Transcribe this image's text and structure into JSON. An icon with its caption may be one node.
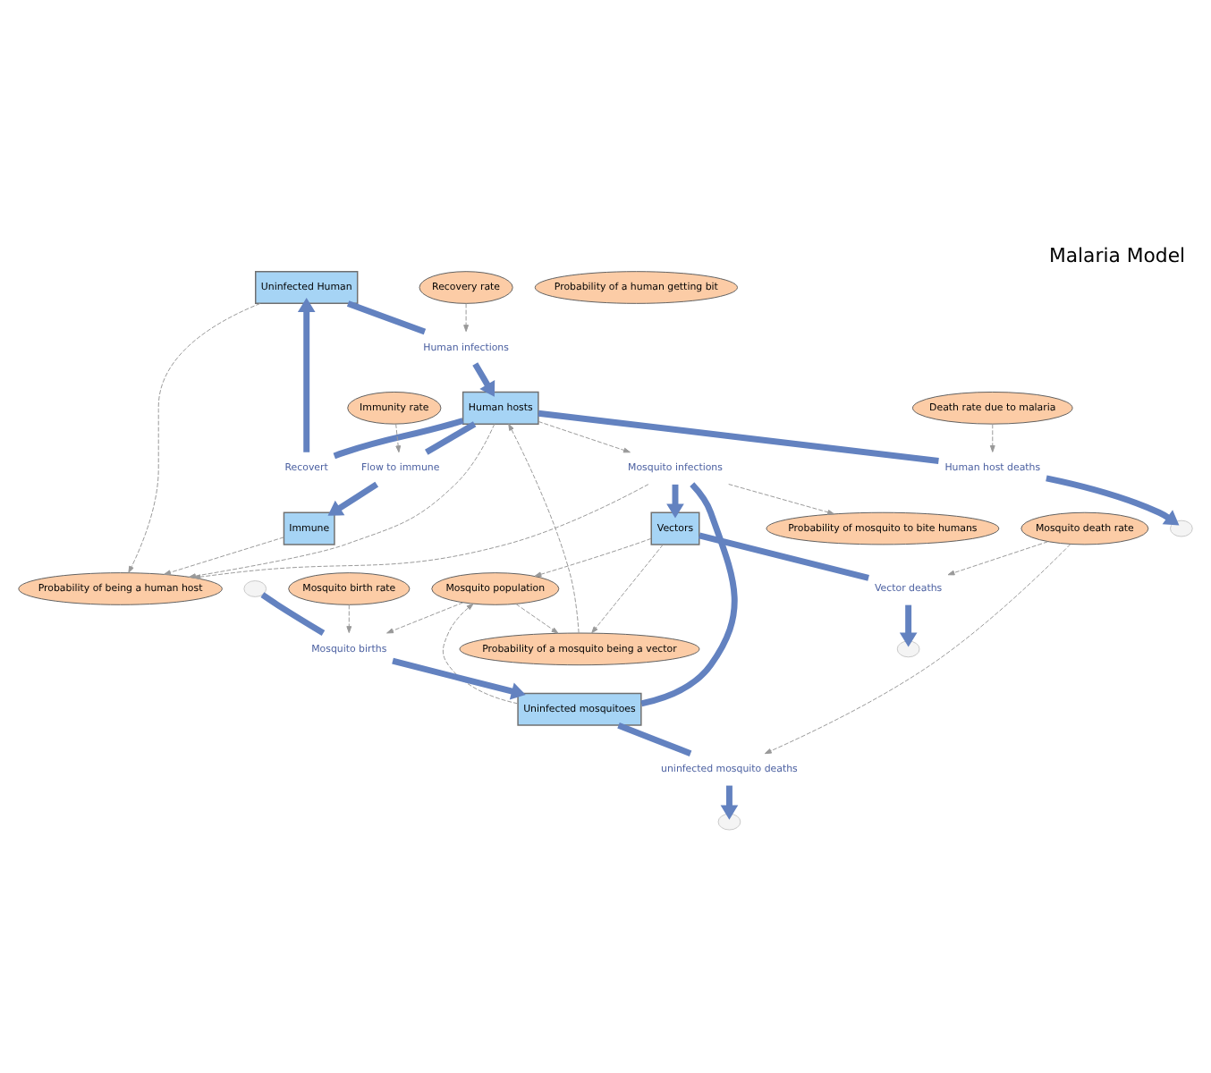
{
  "diagram": {
    "title": "Malaria Model",
    "nodes": [
      {
        "text": [
          "Uninfected Human"
        ]
      },
      {
        "text": [
          "Human hosts"
        ]
      },
      {
        "text": [
          "Immune"
        ]
      },
      {
        "text": [
          "Uninfected mosquitoes"
        ]
      },
      {
        "text": [
          "Vectors"
        ]
      },
      {
        "text": [
          "Recovery rate"
        ]
      },
      {
        "text": [
          "Death rate due to malaria"
        ]
      },
      {
        "text": [
          "Probability of a human getting bit"
        ]
      },
      {
        "text": [
          "Probability of being a human host"
        ]
      },
      {
        "text": [
          "Immunity rate"
        ]
      },
      {
        "text": [
          "Probability of mosquito to bite humans"
        ]
      },
      {
        "text": [
          "Mosquito birth rate"
        ]
      },
      {
        "text": [
          "Mosquito population"
        ]
      },
      {
        "text": [
          "Mosquito death rate"
        ]
      },
      {
        "text": [
          "Probability of a mosquito being a vector"
        ]
      },
      {
        "text": [
          "Human infections"
        ]
      },
      {
        "text": [
          "Recovert"
        ]
      },
      {
        "text": [
          "Human host deaths"
        ]
      },
      {
        "text": [
          "Flow to immune"
        ]
      },
      {
        "text": [
          "Mosquito births"
        ]
      },
      {
        "text": [
          "Mosquito infections"
        ]
      },
      {
        "text": [
          "uninfected mosquito deaths"
        ]
      },
      {
        "text": [
          "Vector deaths"
        ]
      },
      {
        "text": [],
        "shape": "cloud"
      },
      {
        "text": [],
        "shape": "cloud"
      },
      {
        "text": [],
        "shape": "cloud"
      },
      {
        "text": [],
        "shape": "cloud"
      }
    ],
    "edges": [
      {
        "from": 0,
        "to": 15,
        "arrow": "none",
        "style": "thick",
        "color": "#6382c0"
      },
      {
        "from": 15,
        "to": 1,
        "arrow": "to",
        "style": "thick",
        "color": "#6382c0"
      },
      {
        "from": 1,
        "to": 16,
        "arrow": "none",
        "style": "thick",
        "color": "#6382c0"
      },
      {
        "from": 16,
        "to": 0,
        "arrow": "to",
        "style": "thick",
        "color": "#6382c0"
      },
      {
        "from": 1,
        "to": 17,
        "arrow": "none",
        "style": "thick",
        "color": "#6382c0"
      },
      {
        "from": 17,
        "to": 23,
        "arrow": "to",
        "style": "thick",
        "color": "#6382c0"
      },
      {
        "from": 1,
        "to": 18,
        "arrow": "none",
        "style": "thick",
        "color": "#6382c0"
      },
      {
        "from": 18,
        "to": 2,
        "arrow": "to",
        "style": "thick",
        "color": "#6382c0"
      },
      {
        "from": 24,
        "to": 19,
        "arrow": "none",
        "style": "thick",
        "color": "#6382c0"
      },
      {
        "from": 19,
        "to": 3,
        "arrow": "to",
        "style": "thick",
        "color": "#6382c0"
      },
      {
        "from": 3,
        "to": 20,
        "arrow": "none",
        "style": "thick",
        "color": "#6382c0"
      },
      {
        "from": 20,
        "to": 4,
        "arrow": "to",
        "style": "thick",
        "color": "#6382c0"
      },
      {
        "from": 3,
        "to": 21,
        "arrow": "none",
        "style": "thick",
        "color": "#6382c0"
      },
      {
        "from": 21,
        "to": 25,
        "arrow": "to",
        "style": "thick",
        "color": "#6382c0"
      },
      {
        "from": 4,
        "to": 22,
        "arrow": "none",
        "style": "thick",
        "color": "#6382c0"
      },
      {
        "from": 22,
        "to": 26,
        "arrow": "to",
        "style": "thick",
        "color": "#6382c0"
      },
      {
        "from": 5,
        "to": 15,
        "arrow": "to",
        "style": "dashed"
      },
      {
        "from": 6,
        "to": 17,
        "arrow": "to",
        "style": "dashed"
      },
      {
        "from": 9,
        "to": 18,
        "arrow": "to",
        "style": "dashed"
      },
      {
        "from": 0,
        "to": 8,
        "arrow": "to",
        "style": "dashed"
      },
      {
        "from": 1,
        "to": 8,
        "arrow": "to",
        "style": "dashed"
      },
      {
        "from": 2,
        "to": 8,
        "arrow": "to",
        "style": "dashed"
      },
      {
        "from": 20,
        "to": 8,
        "arrow": "to",
        "style": "dashed"
      },
      {
        "from": 20,
        "to": 10,
        "arrow": "to",
        "style": "dashed"
      },
      {
        "from": 1,
        "to": 20,
        "arrow": "to",
        "style": "dashed"
      },
      {
        "from": 14,
        "to": 1,
        "arrow": "to",
        "style": "dashed"
      },
      {
        "from": 4,
        "to": 14,
        "arrow": "to",
        "style": "dashed"
      },
      {
        "from": 3,
        "to": 12,
        "arrow": "to",
        "style": "dashed"
      },
      {
        "from": 4,
        "to": 12,
        "arrow": "to",
        "style": "dashed"
      },
      {
        "from": 12,
        "to": 19,
        "arrow": "to",
        "style": "dashed"
      },
      {
        "from": 11,
        "to": 19,
        "arrow": "to",
        "style": "dashed"
      },
      {
        "from": 13,
        "to": 21,
        "arrow": "to",
        "style": "dashed"
      },
      {
        "from": 13,
        "to": 22,
        "arrow": "to",
        "style": "dashed"
      },
      {
        "from": 12,
        "to": 14,
        "arrow": "to",
        "style": "dashed"
      }
    ]
  }
}
